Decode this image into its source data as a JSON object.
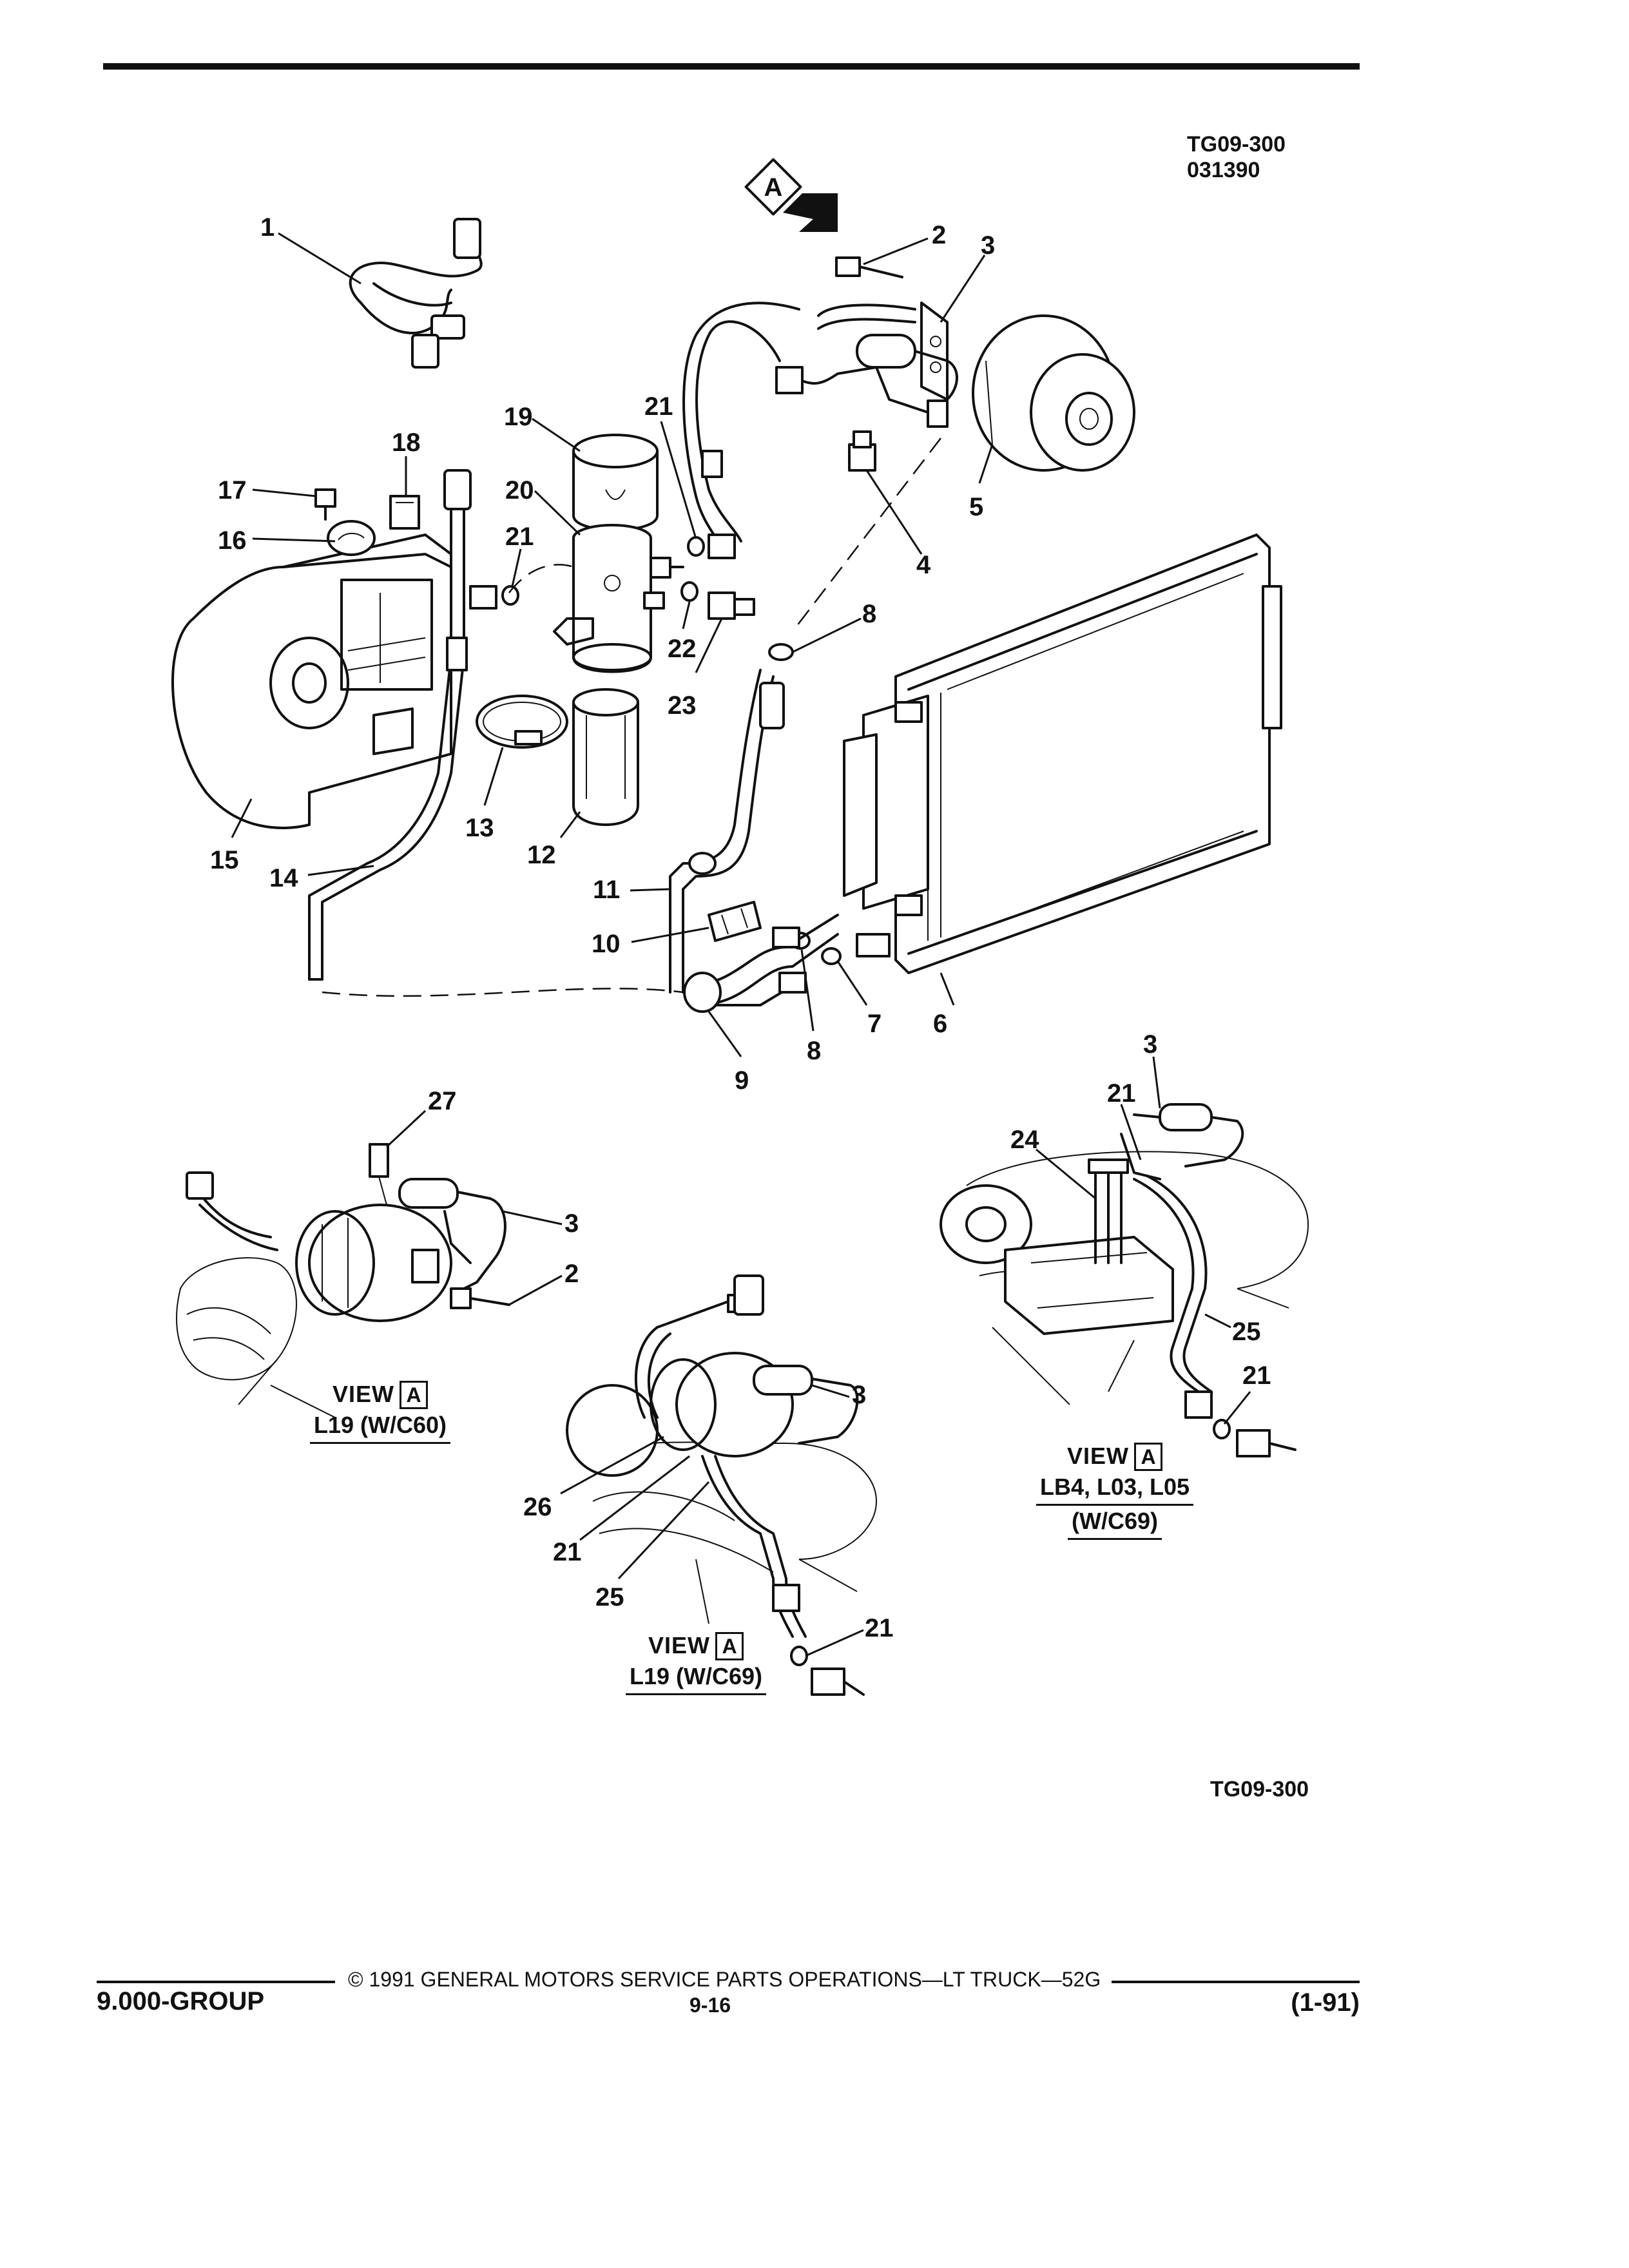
{
  "header": {
    "reference_code": "TG09-300",
    "reference_date": "031390"
  },
  "view_marker": "A",
  "callouts": {
    "c1": "1",
    "c2": "2",
    "c3": "3",
    "c4": "4",
    "c5": "5",
    "c6": "6",
    "c7": "7",
    "c8a": "8",
    "c8b": "8",
    "c9": "9",
    "c10": "10",
    "c11": "11",
    "c12": "12",
    "c13": "13",
    "c14": "14",
    "c15": "15",
    "c16": "16",
    "c17": "17",
    "c18": "18",
    "c19": "19",
    "c20": "20",
    "c21a": "21",
    "c21b": "21",
    "c22": "22",
    "c23": "23",
    "v1_27": "27",
    "v1_3": "3",
    "v1_2": "2",
    "v2_3": "3",
    "v2_26": "26",
    "v2_21a": "21",
    "v2_25": "25",
    "v2_21b": "21",
    "v3_3": "3",
    "v3_21a": "21",
    "v3_24": "24",
    "v3_25": "25",
    "v3_21b": "21"
  },
  "views": {
    "view1": {
      "word": "VIEW",
      "letter": "A",
      "engine": "L19 (W/C60)"
    },
    "view2": {
      "word": "VIEW",
      "letter": "A",
      "engine": "L19 (W/C69)"
    },
    "view3": {
      "word": "VIEW",
      "letter": "A",
      "engine": "LB4, L03, L05",
      "option": "(W/C69)"
    }
  },
  "bottom_reference_code": "TG09-300",
  "footer": {
    "copyright": "© 1991  GENERAL MOTORS SERVICE PARTS OPERATIONS—LT TRUCK—52G",
    "group": "9.000-GROUP",
    "page": "9-16",
    "date": "(1-91)"
  }
}
